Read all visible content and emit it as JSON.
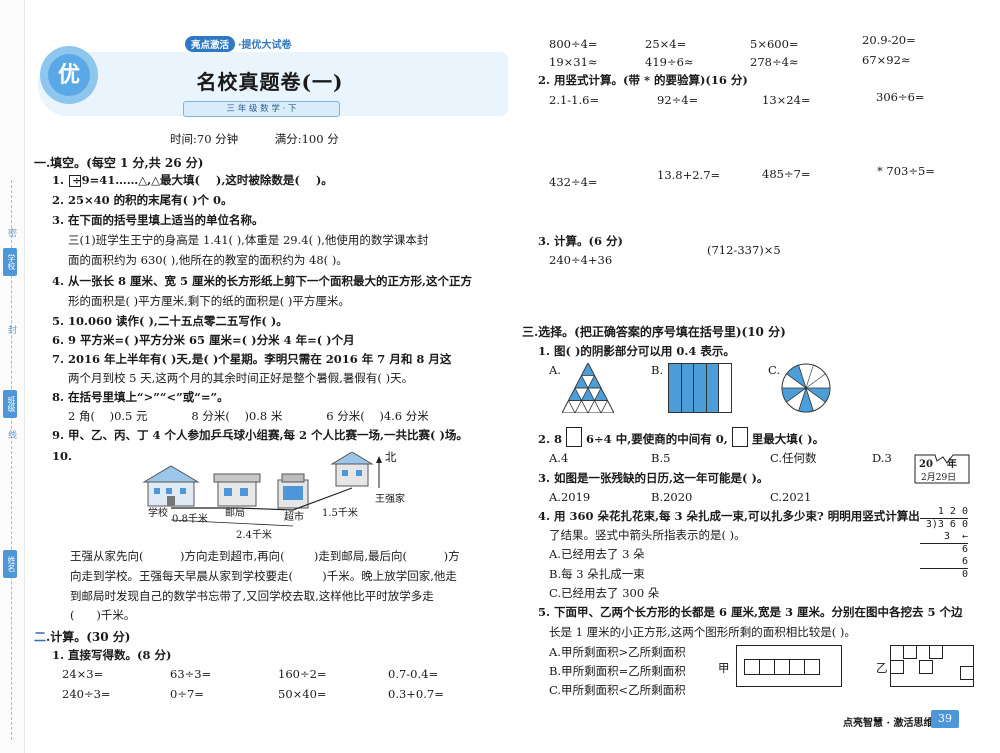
{
  "header": {
    "banner_pill": "亮点激活",
    "banner_text": "·提优大试卷",
    "badge": "优",
    "title": "名校真题卷(一)",
    "ribbon": "三 年 级 数 学 · 下",
    "time_line": "时间:70 分钟          满分:100 分"
  },
  "left": {
    "sec1": "一.填空。(每空 1 分,共 26 分)",
    "q1": "1.  ÷9=41……△,△最大填(    ),这时被除数是(    )。",
    "q2": "2.  25×40 的积的末尾有(    )个 0。",
    "q3": "3.  在下面的括号里填上适当的单位名称。",
    "q3a": "三(1)班学生王宁的身高是 1.41(    ),体重是 29.4(    ),他使用的数学课本封",
    "q3b": "面的面积约为 630(        ),他所在的教室的面积约为 48(    )。",
    "q4a": "4.  从一张长 8 厘米、宽 5 厘米的长方形纸上剪下一个面积最大的正方形,这个正方",
    "q4b": "形的面积是(    )平方厘米,剩下的纸的面积是(    )平方厘米。",
    "q5": "5.  10.060 读作(                  ),二十五点零二五写作(              )。",
    "q6": "6.  9 平方米=(    )平方分米    65 厘米=(    )分米      4 年=(    )个月",
    "q7a": "7.  2016 年上半年有(    )天,是(    )个星期。李明只需在 2016 年 7 月和 8 月这",
    "q7b": "两个月到校 5 天,这两个月的其余时间正好是整个暑假,暑假有(    )天。",
    "q8": "8.  在括号里填上“>”“<”或“=”。",
    "q8a": "2 角(    )0.5 元            8 分米(    )0.8 米            6 分米(    )4.6 分米",
    "q9": "9.  甲、乙、丙、丁 4 个人参加乒乓球小组赛,每 2 个人比赛一场,一共比赛(    )场。",
    "q10": "10.",
    "map_north": "北",
    "map_school": "学校",
    "map_post": "邮局",
    "map_market": "超市",
    "map_home": "王强家",
    "map_d1": "0.8千米",
    "map_d2": "2.4千米",
    "map_d3": "1.5千米",
    "q10a": "王强从家先向(          )方向走到超市,再向(        )走到邮局,最后向(          )方",
    "q10b": "向走到学校。王强每天早晨从家到学校要走(        )千米。晚上放学回家,他走",
    "q10c": "到邮局时发现自己的数学书忘带了,又回学校去取,这样他比平时放学多走",
    "q10d": "(      )千米。",
    "sec2_num": "二",
    "sec2": ".计算。(30 分)",
    "c1": "1.  直接写得数。(8 分)",
    "c1r1": [
      "24×3=",
      "63÷3=",
      "160÷2=",
      "0.7-0.4="
    ],
    "c1r2": [
      "240÷3=",
      "0÷7=",
      "50×40=",
      "0.3+0.7="
    ]
  },
  "right": {
    "r1": [
      "800÷4=",
      "25×4=",
      "5×600=",
      "20.9-20="
    ],
    "r2": [
      "19×31≈",
      "419÷6≈",
      "278÷4≈",
      "67×92≈"
    ],
    "c2": "2.  用竖式计算。(带 * 的要验算)(16 分)",
    "c2r1": [
      "2.1-1.6=",
      "92÷4=",
      "13×24=",
      "306÷6="
    ],
    "c2r2": [
      "432÷4=",
      "13.8+2.7=",
      "485÷7=",
      "* 703÷5="
    ],
    "c3": "3.  计算。(6 分)",
    "c3a": "240÷4+36",
    "c3b": "(712-337)×5",
    "sec3": "三.选择。(把正确答案的序号填在括号里)(10 分)",
    "s1": "1.  图(    )的阴影部分可以用 0.4 表示。",
    "s1_opts": [
      "A.",
      "B.",
      "C."
    ],
    "s2a": "2.  8",
    "s2b": "6÷4 中,要使商的中间有 0,",
    "s2c": "里最大填(    )。",
    "s2_opts": [
      "A.4",
      "B.5",
      "C.任何数",
      "D.3"
    ],
    "cal_year": "20    年",
    "cal_date": "2月29日",
    "s3": "3.  如图是一张残缺的日历,这一年可能是(    )。",
    "s3_opts": [
      "A.2019",
      "B.2020",
      "C.2021"
    ],
    "s4a": "4.  用 360 朵花扎花束,每 3 朵扎成一束,可以扎多少束? 明明用竖式计算出",
    "s4b": "了结果。竖式中箭头所指表示的是(    )。",
    "s4_opts": [
      "A.已经用去了 3 朵",
      "B.每 3 朵扎成一束",
      "C.已经用去了 300 朵"
    ],
    "div_lines": [
      "1 2 0",
      "3)3 6 0",
      "3  ←",
      "6",
      "6",
      "0"
    ],
    "s5a": "5.  下面甲、乙两个长方形的长都是 6 厘米,宽是 3 厘米。分别在图中各挖去 5 个边",
    "s5b": "长是 1 厘米的小正方形,这两个图形所剩的面积相比较是(    )。",
    "s5_opts": [
      "A.甲所剩面积>乙所剩面积",
      "B.甲所剩面积=乙所剩面积",
      "C.甲所剩面积<乙所剩面积"
    ],
    "fig_a": "甲",
    "fig_b": "乙",
    "footer": "点亮智慧 · 激活思维",
    "page": "39"
  },
  "binding": {
    "tag1": "学校",
    "tag2": "班级",
    "tag3": "姓名",
    "label1": "密",
    "label2": "封",
    "label3": "线"
  }
}
